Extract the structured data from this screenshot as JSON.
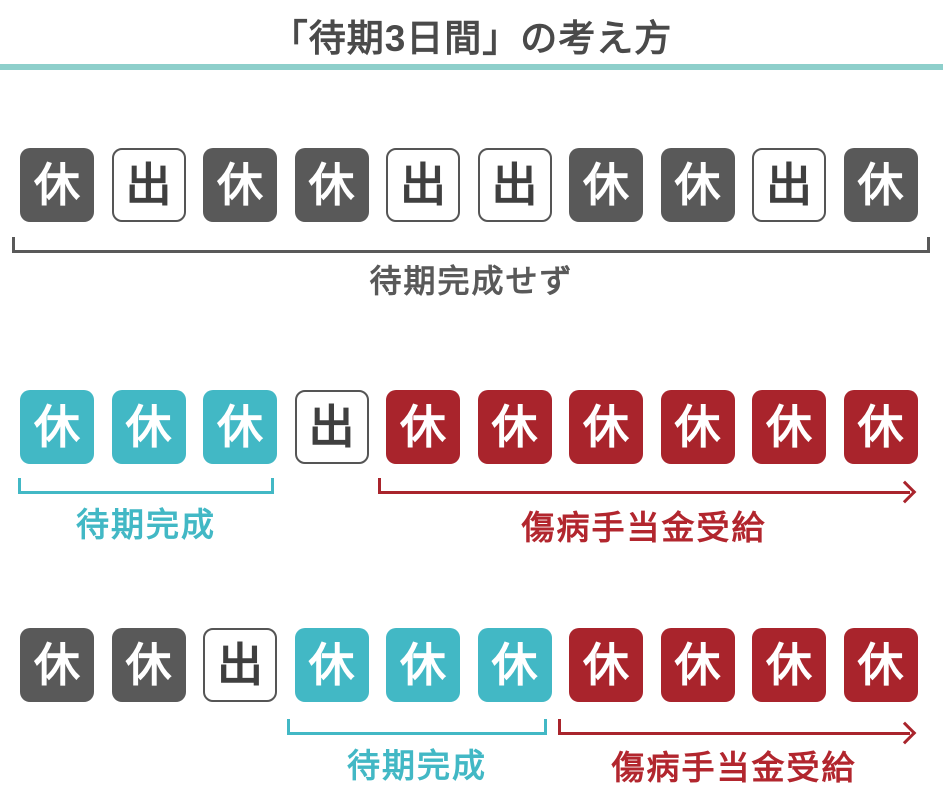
{
  "title": "「待期3日間」の考え方",
  "colors": {
    "dark_gray": "#595959",
    "teal": "#42b8c5",
    "red": "#a9242c",
    "title_underline": "#8ecfcb",
    "title_text": "#4a4a4a"
  },
  "glyphs": {
    "rest": "休",
    "work": "出"
  },
  "rows": [
    {
      "name": "waiting-period-not-completed",
      "boxes": [
        {
          "label": "休",
          "type": "rest-gray"
        },
        {
          "label": "出",
          "type": "work"
        },
        {
          "label": "休",
          "type": "rest-gray"
        },
        {
          "label": "休",
          "type": "rest-gray"
        },
        {
          "label": "出",
          "type": "work"
        },
        {
          "label": "出",
          "type": "work"
        },
        {
          "label": "休",
          "type": "rest-gray"
        },
        {
          "label": "休",
          "type": "rest-gray"
        },
        {
          "label": "出",
          "type": "work"
        },
        {
          "label": "休",
          "type": "rest-gray"
        }
      ],
      "annotations": [
        {
          "kind": "bracket",
          "color": "#595959",
          "label": "待期完成せず"
        }
      ]
    },
    {
      "name": "waiting-period-completed-first",
      "boxes": [
        {
          "label": "休",
          "type": "rest-teal"
        },
        {
          "label": "休",
          "type": "rest-teal"
        },
        {
          "label": "休",
          "type": "rest-teal"
        },
        {
          "label": "出",
          "type": "work"
        },
        {
          "label": "休",
          "type": "rest-red"
        },
        {
          "label": "休",
          "type": "rest-red"
        },
        {
          "label": "休",
          "type": "rest-red"
        },
        {
          "label": "休",
          "type": "rest-red"
        },
        {
          "label": "休",
          "type": "rest-red"
        },
        {
          "label": "休",
          "type": "rest-red"
        }
      ],
      "annotations": [
        {
          "kind": "bracket",
          "color": "#42b8c5",
          "label": "待期完成"
        },
        {
          "kind": "arrow",
          "color": "#a9242c",
          "label": "傷病手当金受給"
        }
      ]
    },
    {
      "name": "waiting-period-completed-after-work",
      "boxes": [
        {
          "label": "休",
          "type": "rest-gray"
        },
        {
          "label": "休",
          "type": "rest-gray"
        },
        {
          "label": "出",
          "type": "work"
        },
        {
          "label": "休",
          "type": "rest-teal"
        },
        {
          "label": "休",
          "type": "rest-teal"
        },
        {
          "label": "休",
          "type": "rest-teal"
        },
        {
          "label": "休",
          "type": "rest-red"
        },
        {
          "label": "休",
          "type": "rest-red"
        },
        {
          "label": "休",
          "type": "rest-red"
        },
        {
          "label": "休",
          "type": "rest-red"
        }
      ],
      "annotations": [
        {
          "kind": "bracket",
          "color": "#42b8c5",
          "label": "待期完成"
        },
        {
          "kind": "arrow",
          "color": "#a9242c",
          "label": "傷病手当金受給"
        }
      ]
    }
  ]
}
